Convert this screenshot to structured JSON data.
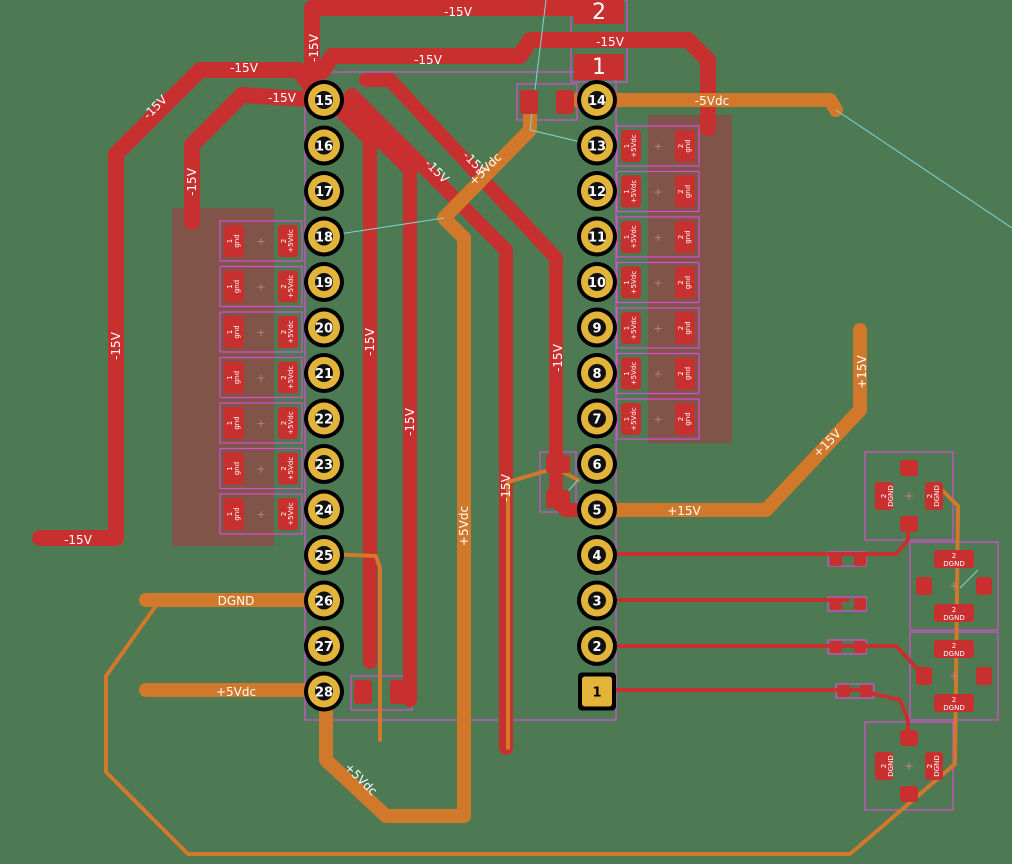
{
  "colors": {
    "board": "#4d7a52",
    "front_copper": "#c8302f",
    "back_copper": "#d1782b",
    "silk_outline": "#d94ed3",
    "pad_ring": "#e2b53a",
    "pad_hole": "#111111",
    "pad_text": "#ffffff",
    "ratsnest": "#7fd6d6",
    "zone_fill": "#8a4d46"
  },
  "labels": {
    "ic_ref_top": "2",
    "ic_ref_inner": "1",
    "power_m15": "-15V",
    "power_p15": "+15V",
    "power_m5": "-5Vdc",
    "power_p5": "+5Vdc",
    "dgnd": "DGND",
    "gnd": "gnd"
  },
  "pins_left": [
    "15",
    "16",
    "17",
    "18",
    "19",
    "20",
    "21",
    "22",
    "23",
    "24",
    "25",
    "26",
    "27",
    "28"
  ],
  "pins_right": [
    "14",
    "13",
    "12",
    "11",
    "10",
    "9",
    "8",
    "7",
    "6",
    "5",
    "4",
    "3",
    "2",
    "1"
  ],
  "cap_left": {
    "pad1": "gnd",
    "pad2": "+5Vdc",
    "n1": "1",
    "n2": "2"
  },
  "cap_right": {
    "pad1": "+5Vdc",
    "pad2": "gnd",
    "n1": "1",
    "n2": "2"
  },
  "dgnd_part": {
    "pad_text": "DGND",
    "n": "2"
  }
}
